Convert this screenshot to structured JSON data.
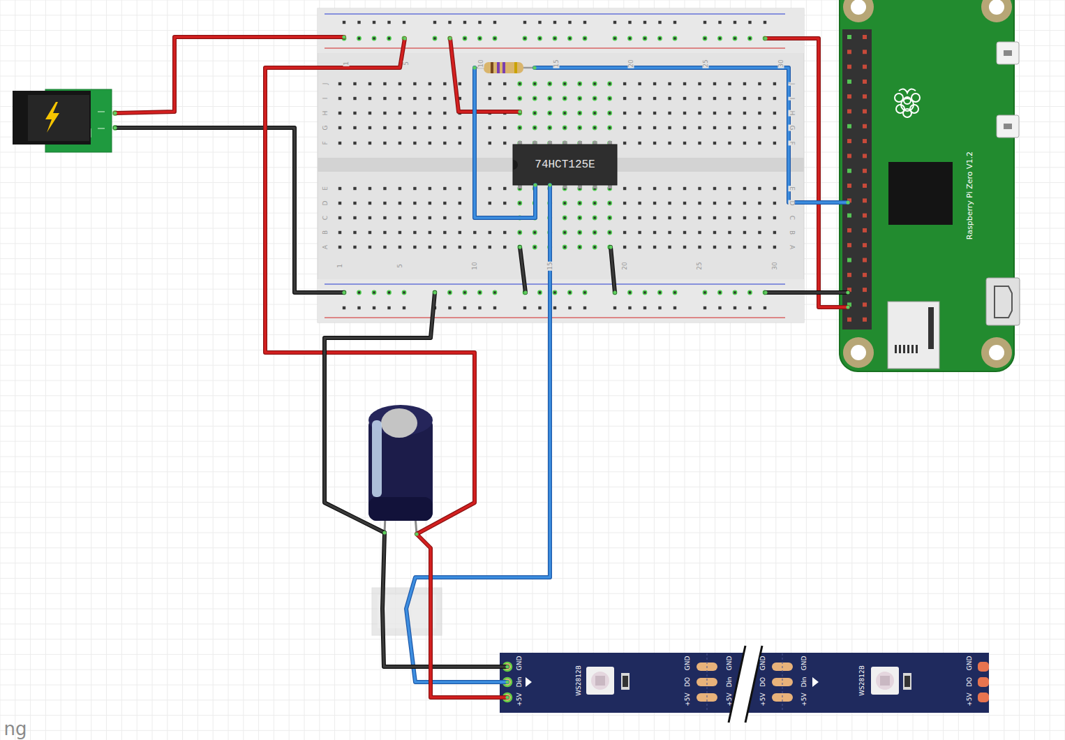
{
  "diagram": {
    "nodes": [
      {
        "text": [
          "74HCT125E"
        ]
      },
      {
        "text": [
          "Raspberry Pi Zero V1.2"
        ]
      }
    ],
    "labels": [
      "J",
      "I",
      "H",
      "G",
      "F",
      "E",
      "D",
      "C",
      "B",
      "A",
      "J",
      "I",
      "H",
      "G",
      "F",
      "E",
      "D",
      "C",
      "B",
      "A",
      "1",
      "5",
      "10",
      "15",
      "20",
      "25",
      "30",
      "1",
      "5",
      "10",
      "15",
      "20",
      "25",
      "30",
      "+5V",
      "Din",
      "GND",
      "WS2812B",
      "+5V",
      "DO",
      "GND",
      "+5V",
      "Din",
      "GND",
      "+5V",
      "DO",
      "GND",
      "+5V",
      "Din",
      "GND",
      "WS2812B",
      "+5V",
      "DO",
      "GND",
      "ng"
    ]
  }
}
